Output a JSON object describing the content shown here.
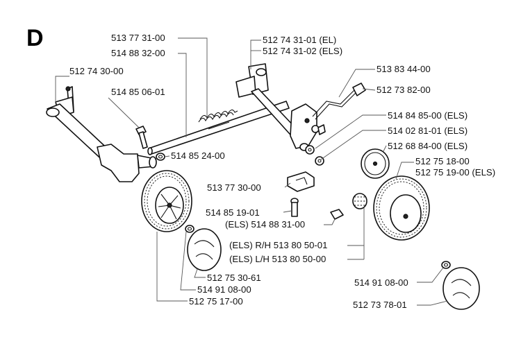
{
  "section": "D",
  "labels": {
    "l_513773100": "513 77 31-00",
    "l_514883200": "514 88 32-00",
    "l_512743101": "512 74 31-01 (EL)",
    "l_512743102": "512 74 31-02 (ELS)",
    "l_512743000": "512 74 30-00",
    "l_513834400": "513 83 44-00",
    "l_514850601": "514 85 06-01",
    "l_512738200": "512 73 82-00",
    "l_514848500": "514 84 85-00 (ELS)",
    "l_514028101": "514 02 81-01 (ELS)",
    "l_514852400": "514 85 24-00",
    "l_512688400": "512 68 84-00 (ELS)",
    "l_512751800": "512 75 18-00",
    "l_512751900": "512 75 19-00 (ELS)",
    "l_513773000": "513 77 30-00",
    "l_514851901": "514 85 19-01",
    "l_514883101": "(ELS) 514 88 31-00",
    "l_513805001rh": "(ELS) R/H 513 80 50-01",
    "l_513805000lh": "(ELS) L/H 513 80 50-00",
    "l_512753061": "512 75 30-61",
    "l_514910800a": "514 91 08-00",
    "l_512751700": "512 75 17-00",
    "l_514910800b": "514 91 08-00",
    "l_512737801": "512 73 78-01"
  }
}
